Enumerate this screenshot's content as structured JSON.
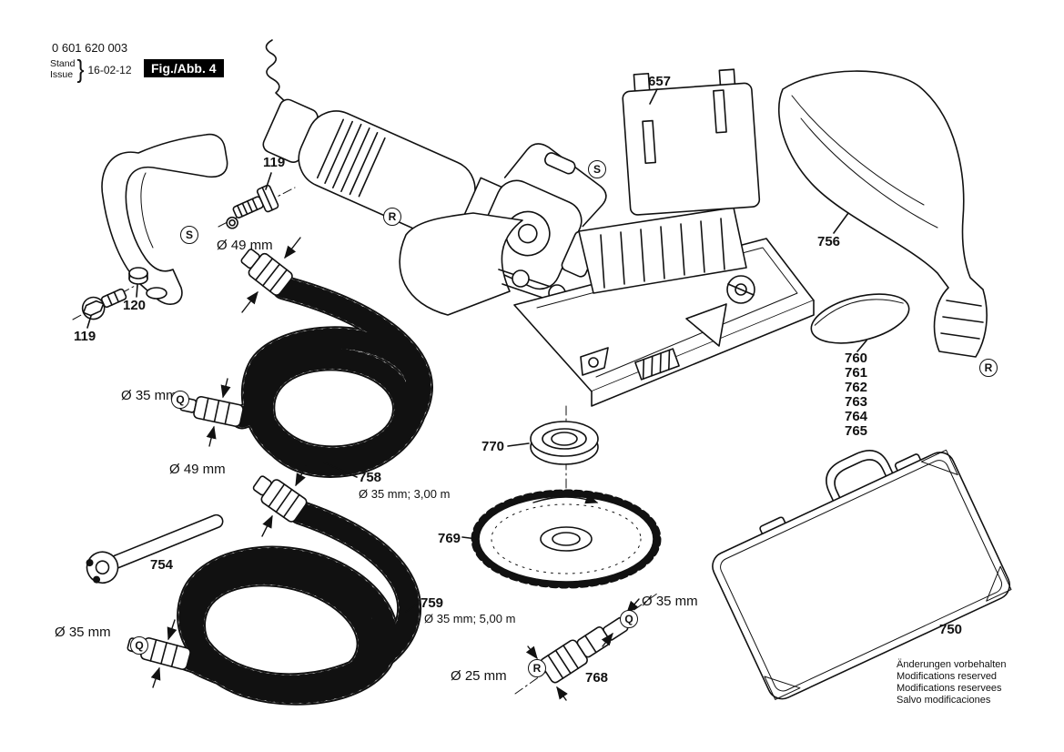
{
  "header": {
    "part_number": "0 601 620 003",
    "stand": "Stand",
    "issue": "Issue",
    "brace": "}",
    "date": "16-02-12",
    "figure_label": "Fig./Abb. 4"
  },
  "labels": {
    "p119a": "119",
    "p119b": "119",
    "p120": "120",
    "p657": "657",
    "p750": "750",
    "p754": "754",
    "p756": "756",
    "p758": "758",
    "p759": "759",
    "p768": "768",
    "p769": "769",
    "p770": "770"
  },
  "group760": [
    "760",
    "761",
    "762",
    "763",
    "764",
    "765"
  ],
  "dimensions": {
    "d49a": "Ø 49 mm",
    "d49b": "Ø 49 mm",
    "d35a": "Ø 35 mm",
    "d35b": "Ø 35 mm",
    "d35c": "Ø 35 mm",
    "d25": "Ø 25 mm",
    "spec758": "Ø 35 mm; 3,00 m",
    "spec759": "Ø 35 mm; 5,00 m"
  },
  "markers": {
    "s": "S",
    "r": "R",
    "q": "Q"
  },
  "footer": {
    "lines": [
      "Änderungen vorbehalten",
      "Modifications reserved",
      "Modifications reservees",
      "Salvo modificaciones"
    ]
  }
}
